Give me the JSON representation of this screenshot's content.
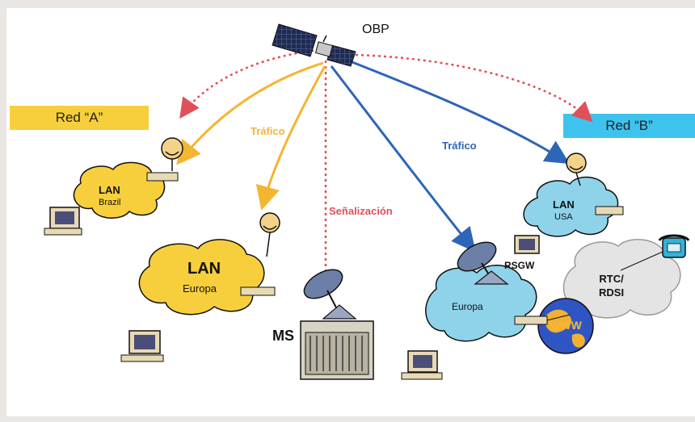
{
  "satellite_label": "OBP",
  "network_a": {
    "label": "Red “A”",
    "color": "#f7cf3c"
  },
  "network_b": {
    "label": "Red “B”",
    "color": "#3ec3ee"
  },
  "traffic_label_a": "Tráfico",
  "traffic_label_b": "Tráfico",
  "signaling_label": "Señalización",
  "lan_brazil": {
    "title": "LAN",
    "subtitle": "Brazil"
  },
  "lan_europa_a": {
    "title": "LAN",
    "subtitle": "Europa"
  },
  "lan_usa": {
    "title": "LAN",
    "subtitle": "USA"
  },
  "europa_b_label": "Europa",
  "ms_label": "MS",
  "rsgw_label": "RSGW",
  "rtc_label_line1": "RTC/",
  "rtc_label_line2": "RDSI",
  "www_label": "WWW",
  "colors": {
    "orange_traffic": "#f4b531",
    "blue_traffic": "#2d66b8",
    "red_signaling": "#e0505a",
    "cloud_yellow": "#f7cf3c",
    "cloud_blue": "#8fd3ea",
    "cloud_gray": "#e4e4e4"
  }
}
